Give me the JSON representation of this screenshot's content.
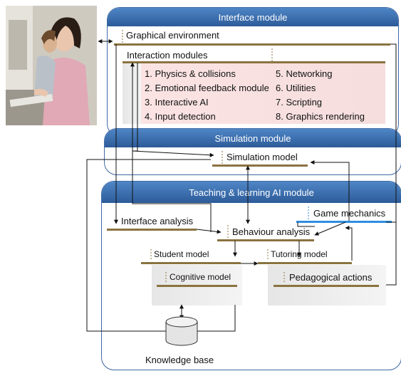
{
  "modules": {
    "interface": "Interface module",
    "simulation": "Simulation module",
    "teaching": "Teaching & learning AI module"
  },
  "labels": {
    "graphical_environment": "Graphical environment",
    "interaction_modules": "Interaction modules",
    "simulation_model": "Simulation model",
    "interface_analysis": "Interface analysis",
    "game_mechanics": "Game mechanics",
    "behaviour_analysis": "Behaviour analysis",
    "student_model": "Student model",
    "tutoring_model": "Tutoring model",
    "cognitive_model": "Cognitive model",
    "pedagogical_actions": "Pedagogical actions",
    "knowledge_base": "Knowledge base"
  },
  "interaction_list": [
    "1. Physics & collisions",
    "2. Emotional feedback module",
    "3. Interactive AI",
    "4. Input detection",
    "5. Networking",
    "6. Utilities",
    "7. Scripting",
    "8. Graphics rendering"
  ],
  "colors": {
    "header": "#3a6fb0",
    "bar": "#8a7340",
    "game_bar": "#2f8ee0",
    "interaction_bg": "#fbe3e3"
  }
}
